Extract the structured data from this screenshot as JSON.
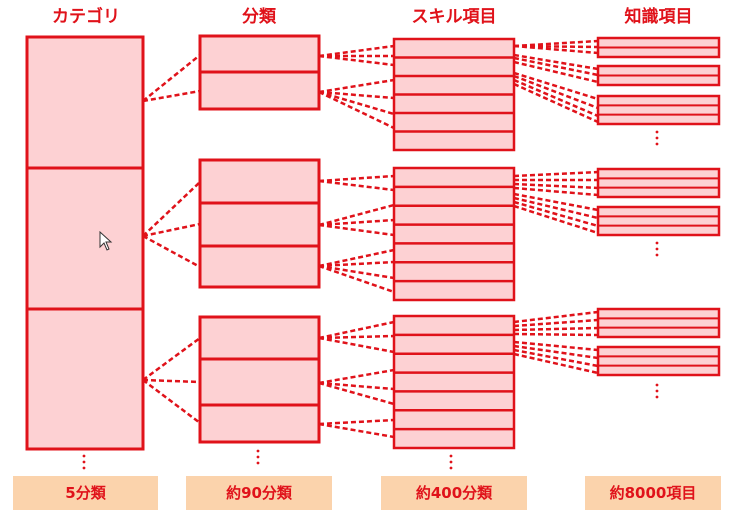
{
  "headers": {
    "category": "カテゴリ",
    "classification": "分類",
    "skill_items": "スキル項目",
    "knowledge_items": "知識項目"
  },
  "counts": {
    "category": "5分類",
    "classification": "約90分類",
    "skill_items": "約400分類",
    "knowledge_items": "約8000項目"
  },
  "continuation_mark": "⋮",
  "colors": {
    "stroke": "#e0121a",
    "fill": "#fdd1d3",
    "badge": "#fbd3ac"
  }
}
